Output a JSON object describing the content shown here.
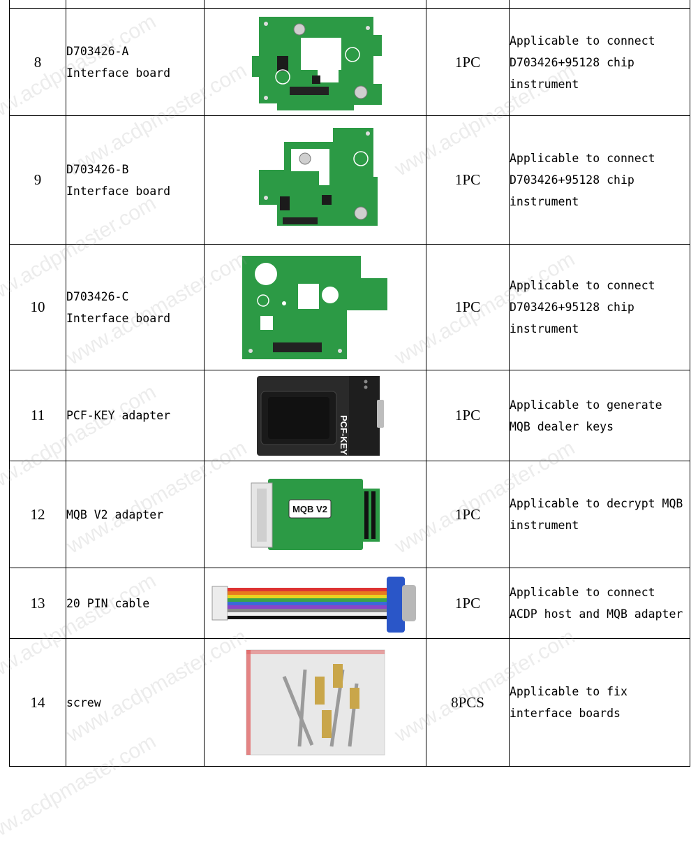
{
  "watermark": "www.acdpmaster.com",
  "rows": [
    {
      "no": "8",
      "name": [
        "D703426-A",
        "Interface board"
      ],
      "image": "pcb-board-icon",
      "qty": "1PC",
      "desc": [
        "Applicable to connect",
        "D703426+95128 chip",
        "instrument"
      ]
    },
    {
      "no": "9",
      "name": [
        "D703426-B",
        "Interface board"
      ],
      "image": "pcb-board-icon",
      "qty": "1PC",
      "desc": [
        "Applicable to connect",
        "D703426+95128 chip",
        "instrument"
      ]
    },
    {
      "no": "10",
      "name": [
        "D703426-C",
        "Interface board"
      ],
      "image": "pcb-board-icon",
      "qty": "1PC",
      "desc": [
        "Applicable to connect",
        "D703426+95128 chip",
        "instrument"
      ]
    },
    {
      "no": "11",
      "name": [
        "PCF-KEY adapter"
      ],
      "image": "pcf-key-adapter-icon",
      "image_label": "PCF-KEY",
      "qty": "1PC",
      "desc": [
        "Applicable to generate",
        "MQB dealer keys"
      ]
    },
    {
      "no": "12",
      "name": [
        "MQB V2 adapter"
      ],
      "image": "mqb-adapter-icon",
      "image_label": "MQB V2",
      "qty": "1PC",
      "desc": [
        "Applicable to decrypt MQB",
        "instrument"
      ]
    },
    {
      "no": "13",
      "name": [
        "20 PIN cable"
      ],
      "image": "ribbon-cable-icon",
      "qty": "1PC",
      "desc": [
        "Applicable to connect",
        "ACDP host and MQB adapter"
      ]
    },
    {
      "no": "14",
      "name": [
        "screw"
      ],
      "image": "screw-bag-icon",
      "qty": "8PCS",
      "desc": [
        "Applicable to fix",
        "interface boards"
      ]
    }
  ],
  "colors": {
    "pcb_green": "#2c9a45",
    "adapter_black": "#2a2a2a",
    "cable_blue": "#2a56c8"
  }
}
